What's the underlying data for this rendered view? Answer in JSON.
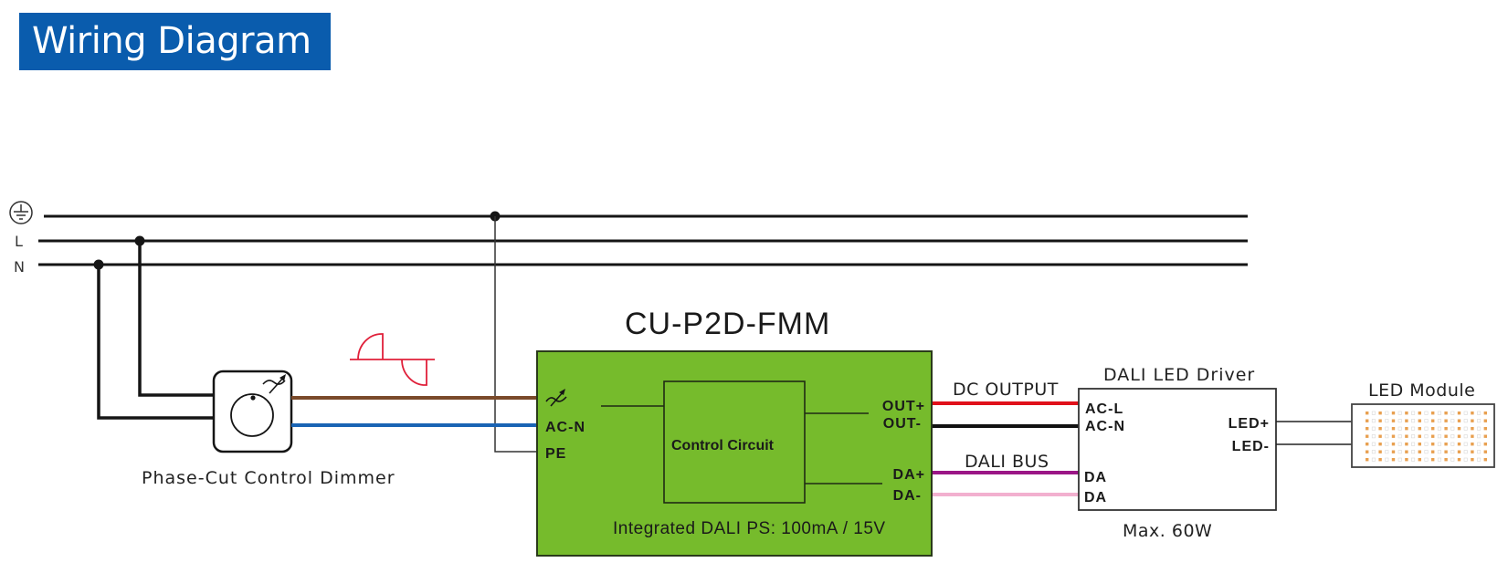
{
  "header": {
    "title": "Wiring Diagram"
  },
  "colors": {
    "banner": "#0a5cad",
    "module_green": "#76bb2c",
    "wire_brown": "#7a4a2a",
    "wire_blue": "#1a64b4",
    "wire_red": "#e0101a",
    "wire_black": "#111111",
    "wire_purple": "#9b1686",
    "wire_pink": "#f2b0cf",
    "waveform_red": "#e0203a",
    "led_orange": "#e8a050"
  },
  "mains": {
    "earth_icon": "earth-ground-icon",
    "line_labels": [
      "L",
      "N"
    ]
  },
  "dimmer": {
    "label": "Phase-Cut Control Dimmer",
    "icon": "dimmer-knob-icon",
    "waveform_icon": "phase-cut-waveform-icon"
  },
  "module": {
    "name": "CU-P2D-FMM",
    "inner_block": "Control Circuit",
    "input_terminals": [
      "AC-N",
      "PE"
    ],
    "input_symbol": "dimmed-live-symbol",
    "output_terminals": [
      "OUT+",
      "OUT-",
      "DA+",
      "DA-"
    ],
    "footer": "Integrated DALI PS: 100mA / 15V"
  },
  "connections": {
    "dc_output_label": "DC OUTPUT",
    "dali_bus_label": "DALI BUS"
  },
  "driver": {
    "title": "DALI LED Driver",
    "inputs": [
      "AC-L",
      "AC-N",
      "DA",
      "DA"
    ],
    "outputs": [
      "LED+",
      "LED-"
    ],
    "rating": "Max. 60W"
  },
  "led_module": {
    "title": "LED Module"
  }
}
